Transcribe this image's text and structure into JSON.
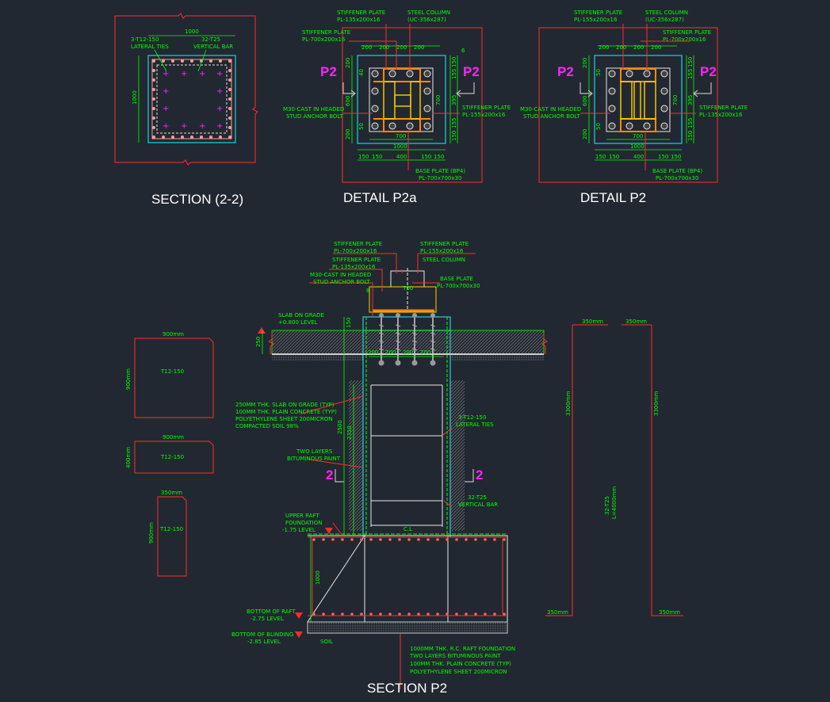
{
  "titles": {
    "section_22": "SECTION (2-2)",
    "detail_p2a": "DETAIL P2a",
    "detail_p2": "DETAIL P2",
    "section_p2": "SECTION P2"
  },
  "section_22": {
    "width_dim": "1000",
    "height_dim": "1000",
    "lateral_ties": [
      "3-T12-150",
      "LATERAL TIES"
    ],
    "vertical_bar": [
      "32-T25",
      "VERTICAL BAR"
    ]
  },
  "detail_p2a": {
    "stiffener_top": [
      "STIFFENER PLATE",
      "PL-135x200x16"
    ],
    "steel_column": [
      "STEEL COLUMN",
      "(UC-356x287)"
    ],
    "stiffener_left": [
      "STIFFENER PLATE",
      "PL-700x200x16"
    ],
    "stud": [
      "M30-CAST IN HEADED",
      "STUD ANCHOR BOLT"
    ],
    "stiffener_right": [
      "STIFFENER PLATE",
      "PL-155x200x16"
    ],
    "base_plate": [
      "BASE PLATE (BP4)",
      "PL-700x700x30"
    ],
    "section_mark": "P2",
    "top_dims": [
      "200",
      "200",
      "200",
      "200"
    ],
    "left_dims": [
      "200",
      "600",
      "200"
    ],
    "left_small": [
      "40",
      "50"
    ],
    "right_dims": [
      "150",
      "155",
      "395",
      "155",
      "150"
    ],
    "dim_700_v": "700",
    "dim_700": "700",
    "dim_1000": "1000",
    "dim_6": "6",
    "bottom_dims": [
      "150",
      "150",
      "400",
      "150",
      "150"
    ]
  },
  "detail_p2": {
    "stiffener_top": [
      "STIFFENER PLATE",
      "PL-155x200x16"
    ],
    "steel_column": [
      "STEEL COLUMN",
      "(UC-356x287)"
    ],
    "stiffener_right_top": [
      "STIFFENER PLATE",
      "PL-700x200x16"
    ],
    "stud": [
      "M30-CAST IN HEADED",
      "STUD ANCHOR BOLT"
    ],
    "stiffener_right": [
      "STIFFENER PLATE",
      "PL-135x200x16"
    ],
    "base_plate": [
      "BASE PLATE (BP4)",
      "PL-700x700x30"
    ],
    "section_mark": "P2",
    "top_dims": [
      "200",
      "200",
      "200",
      "200"
    ],
    "left_dims": [
      "200",
      "600",
      "200"
    ],
    "left_small": [
      "50",
      "50"
    ],
    "right_dims": [
      "150",
      "155",
      "395",
      "155",
      "150"
    ],
    "dim_700_v": "700",
    "dim_700": "700",
    "dim_1000": "1000",
    "bottom_dims": [
      "150",
      "150",
      "400",
      "150",
      "150"
    ]
  },
  "section_p2": {
    "stiffener_a": [
      "STIFFENER PLATE",
      "PL-700x200x16"
    ],
    "stiffener_b": [
      "STIFFENER PLATE",
      "PL-155x200x16"
    ],
    "stiffener_c": [
      "STIFFENER PLATE",
      "PL-135x200x16"
    ],
    "steel_column": "STEEL COLUMN",
    "stud": [
      "M30-CAST IN HEADED",
      "STUD ANCHOR BOLT"
    ],
    "base_plate": [
      "BASE PLATE",
      "PL-700x700x30"
    ],
    "dim_8": "8",
    "dim_700": "700",
    "slab": [
      "SLAB ON GRADE",
      "+0.800 LEVEL"
    ],
    "dim_150": "150",
    "dim_250": "250",
    "bolt_dims": [
      "200",
      "200",
      "200",
      "200"
    ],
    "slab_notes": [
      "250MM THK. SLAB ON GRADE (TYP)",
      "100MM THK. PLAIN CONCRETE (TYP)",
      "POLYETHYLENE SHEET 200MICRON",
      "COMPACTED SOIL 98%"
    ],
    "dim_2500": "2500",
    "dim_2350": "2350",
    "bituminous": [
      "TWO LAYERS",
      "BITUMINOUS PAINT"
    ],
    "lateral_ties": [
      "3-T12-150",
      "LATERAL TIES"
    ],
    "section_mark": "2",
    "vertical_bar": [
      "32-T25",
      "VERTICAL BAR"
    ],
    "upper_raft": [
      "UPPER RAFT",
      "FOUNDATION",
      "-1.75 LEVEL"
    ],
    "centerline": "C.L",
    "dim_1000": "1000",
    "bottom_raft": [
      "BOTTOM OF RAFT",
      "-2.75 LEVEL"
    ],
    "bottom_blinding": [
      "BOTTOM OF BLINDING",
      "-2.85 LEVEL"
    ],
    "soil": "SOIL",
    "raft_notes": [
      "1000MM THK. R.C. RAFT FOUNDATION",
      "TWO LAYERS BITUMINOUS PAINT",
      "100MM THK. PLAIN CONCRETE (TYP)",
      "POLYETHYLENE SHEET 200MICRON"
    ]
  },
  "bar_shapes": {
    "tie1_width": "900mm",
    "tie1_height": "900mm",
    "tie1_label": "T12-150",
    "tie2_width": "900mm",
    "tie2_height": "400mm",
    "tie2_label": "T12-150",
    "tie3_width": "350mm",
    "tie3_height": "900mm",
    "tie3_label": "T12-150",
    "vbar_top_left": "350mm",
    "vbar_top_right": "350mm",
    "vbar_len_left": "3300mm",
    "vbar_len_right": "3300mm",
    "vbar_mark": [
      "32-T25",
      "L=4000mm"
    ],
    "vbar_bot_left": "350mm",
    "vbar_bot_right": "350mm"
  }
}
